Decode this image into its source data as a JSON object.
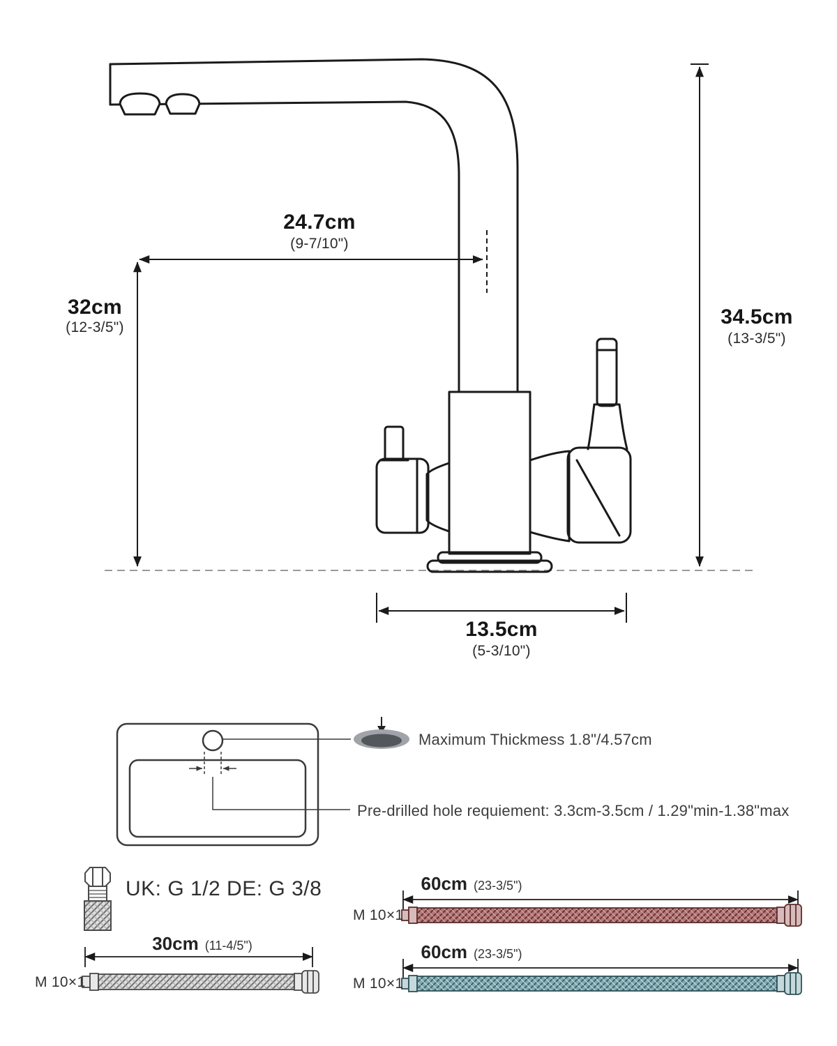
{
  "colors": {
    "line": "#1a1a1a",
    "hose_gray": "#8a8a8a",
    "hose_hot": "#a96a6a",
    "hose_cold": "#84aab1"
  },
  "faucet_dimensions": {
    "spout_reach": {
      "value": "24.7cm",
      "alt": "(9-7/10\")"
    },
    "spout_height": {
      "value": "32cm",
      "alt": "(12-3/5\")"
    },
    "total_height": {
      "value": "34.5cm",
      "alt": "(13-3/5\")"
    },
    "base_width": {
      "value": "13.5cm",
      "alt": "(5-3/10\")"
    }
  },
  "installation": {
    "max_thickness": "Maximum Thickmess 1.8\"/4.57cm",
    "hole_requirement": "Pre-drilled hole requiement: 3.3cm-3.5cm / 1.29\"min-1.38\"max",
    "adapter": "UK: G 1/2 DE: G 3/8"
  },
  "hoses": {
    "filtered": {
      "length": "30cm",
      "alt": "(11-4/5\")",
      "thread": "M 10×1"
    },
    "hot": {
      "length": "60cm",
      "alt": "(23-3/5\")",
      "thread": "M 10×1"
    },
    "cold": {
      "length": "60cm",
      "alt": "(23-3/5\")",
      "thread": "M 10×1"
    }
  }
}
